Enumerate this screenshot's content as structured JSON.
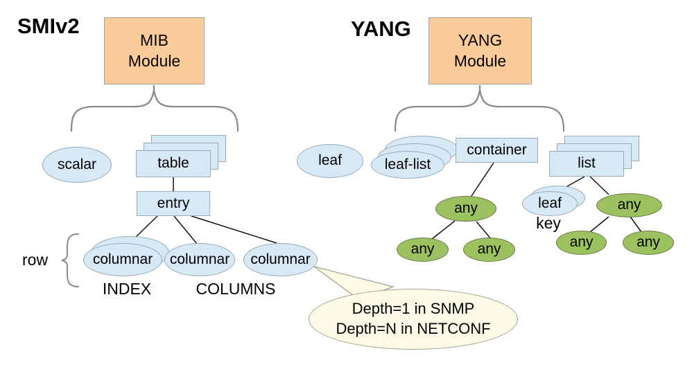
{
  "diagram": {
    "left": {
      "title": "SMIv2",
      "module": "MIB\nModule",
      "scalar": "scalar",
      "table": "table",
      "entry": "entry",
      "columnar": "columnar",
      "row_label": "row",
      "index_label": "INDEX",
      "columns_label": "COLUMNS",
      "callout": "Depth=1 in SNMP\nDepth=N in NETCONF"
    },
    "right": {
      "title": "YANG",
      "module": "YANG\nModule",
      "leaf": "leaf",
      "leaf_list": "leaf-list",
      "container": "container",
      "list": "list",
      "leaf_key": "leaf",
      "key_label": "key",
      "any": "any"
    },
    "colors": {
      "module_fill": "#fbcb99",
      "blue_node_fill": "#d8e9f6",
      "blue_node_border": "#94a9ba",
      "green_node_fill": "#9cc25f",
      "green_node_border": "#68794b",
      "callout_fill": "#fbfbe8",
      "brace_gray": "#8a8a8a",
      "edge_black": "#111111",
      "text": "#000000"
    }
  }
}
